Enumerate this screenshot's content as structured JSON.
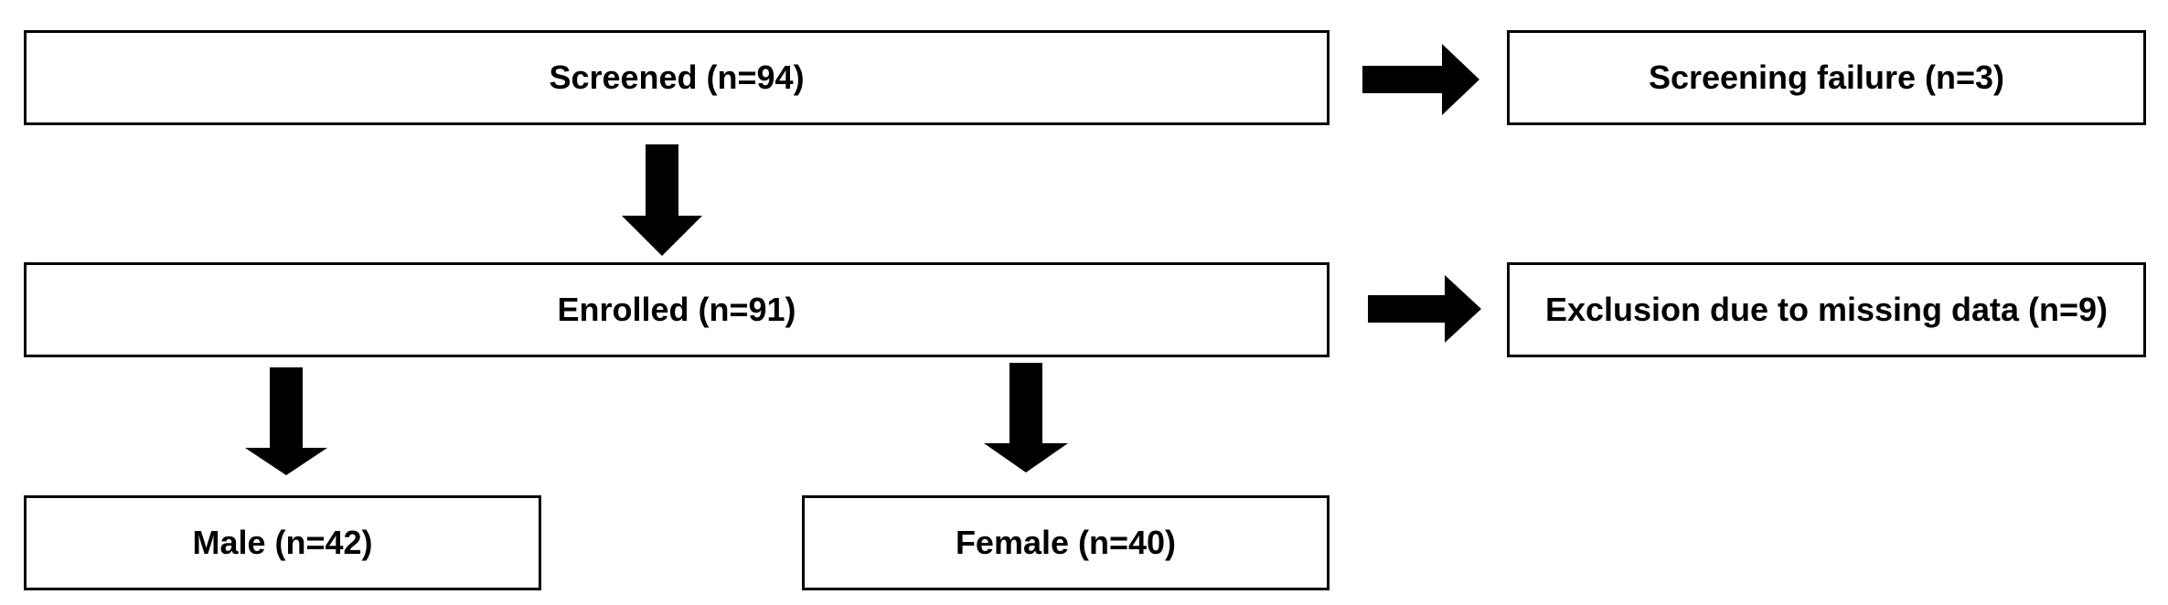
{
  "flowchart": {
    "screened": "Screened (n=94)",
    "screening_failure": "Screening failure (n=3)",
    "enrolled": "Enrolled (n=91)",
    "exclusion": "Exclusion due to missing data (n=9)",
    "male": "Male (n=42)",
    "female": "Female (n=40)"
  },
  "colors": {
    "stroke": "#000000",
    "fill": "#ffffff",
    "arrow": "#000000"
  }
}
